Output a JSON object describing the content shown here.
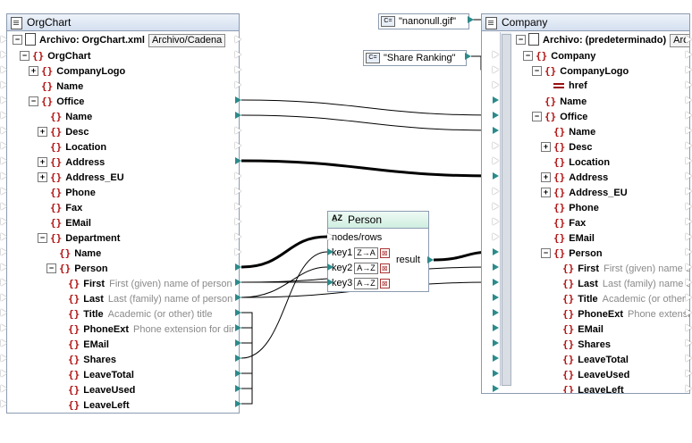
{
  "orgchart": {
    "title": "OrgChart",
    "file_label": "Archivo: OrgChart.xml",
    "file_button": "Archivo/Cadena",
    "nodes": [
      {
        "plus": "-",
        "label": "OrgChart",
        "desc": ""
      },
      {
        "plus": "+",
        "label": "CompanyLogo",
        "desc": ""
      },
      {
        "plus": "",
        "label": "Name",
        "desc": ""
      },
      {
        "plus": "-",
        "label": "Office",
        "desc": ""
      },
      {
        "plus": "",
        "label": "Name",
        "desc": ""
      },
      {
        "plus": "+",
        "label": "Desc",
        "desc": ""
      },
      {
        "plus": "",
        "label": "Location",
        "desc": ""
      },
      {
        "plus": "+",
        "label": "Address",
        "desc": ""
      },
      {
        "plus": "+",
        "label": "Address_EU",
        "desc": ""
      },
      {
        "plus": "",
        "label": "Phone",
        "desc": ""
      },
      {
        "plus": "",
        "label": "Fax",
        "desc": ""
      },
      {
        "plus": "",
        "label": "EMail",
        "desc": ""
      },
      {
        "plus": "-",
        "label": "Department",
        "desc": ""
      },
      {
        "plus": "",
        "label": "Name",
        "desc": ""
      },
      {
        "plus": "-",
        "label": "Person",
        "desc": ""
      },
      {
        "plus": "",
        "label": "First",
        "desc": "First (given) name of person"
      },
      {
        "plus": "",
        "label": "Last",
        "desc": "Last (family) name of person"
      },
      {
        "plus": "",
        "label": "Title",
        "desc": "Academic (or other) title"
      },
      {
        "plus": "",
        "label": "PhoneExt",
        "desc": "Phone extension for dir"
      },
      {
        "plus": "",
        "label": "EMail",
        "desc": ""
      },
      {
        "plus": "",
        "label": "Shares",
        "desc": ""
      },
      {
        "plus": "",
        "label": "LeaveTotal",
        "desc": ""
      },
      {
        "plus": "",
        "label": "LeaveUsed",
        "desc": ""
      },
      {
        "plus": "",
        "label": "LeaveLeft",
        "desc": ""
      }
    ]
  },
  "constants": {
    "gif": "\"nanonull.gif\"",
    "ranking": "\"Share Ranking\"",
    "icon": "C="
  },
  "sort": {
    "title": "Person",
    "nodes_label": "nodes/rows",
    "keys": [
      "key1",
      "key2",
      "key3"
    ],
    "key_orders": [
      "Z→A",
      "A→Z",
      "A→Z"
    ],
    "result_label": "result",
    "remove_icon": "⊠"
  },
  "company": {
    "title": "Company",
    "file_label": "Archivo: (predeterminado)",
    "file_button": "Arc",
    "nodes": [
      {
        "plus": "-",
        "label": "Company",
        "desc": "",
        "type": "el"
      },
      {
        "plus": "-",
        "label": "CompanyLogo",
        "desc": "",
        "type": "el"
      },
      {
        "plus": "",
        "label": "href",
        "desc": "",
        "type": "attr"
      },
      {
        "plus": "",
        "label": "Name",
        "desc": "",
        "type": "el"
      },
      {
        "plus": "-",
        "label": "Office",
        "desc": "",
        "type": "el"
      },
      {
        "plus": "",
        "label": "Name",
        "desc": "",
        "type": "el"
      },
      {
        "plus": "+",
        "label": "Desc",
        "desc": "",
        "type": "el"
      },
      {
        "plus": "",
        "label": "Location",
        "desc": "",
        "type": "el"
      },
      {
        "plus": "+",
        "label": "Address",
        "desc": "",
        "type": "el"
      },
      {
        "plus": "+",
        "label": "Address_EU",
        "desc": "",
        "type": "el"
      },
      {
        "plus": "",
        "label": "Phone",
        "desc": "",
        "type": "el"
      },
      {
        "plus": "",
        "label": "Fax",
        "desc": "",
        "type": "el"
      },
      {
        "plus": "",
        "label": "EMail",
        "desc": "",
        "type": "el"
      },
      {
        "plus": "-",
        "label": "Person",
        "desc": "",
        "type": "el"
      },
      {
        "plus": "",
        "label": "First",
        "desc": "First (given) name o",
        "type": "el"
      },
      {
        "plus": "",
        "label": "Last",
        "desc": "Last (family) name o",
        "type": "el"
      },
      {
        "plus": "",
        "label": "Title",
        "desc": "Academic (or other",
        "type": "el"
      },
      {
        "plus": "",
        "label": "PhoneExt",
        "desc": "Phone extensi",
        "type": "el"
      },
      {
        "plus": "",
        "label": "EMail",
        "desc": "",
        "type": "el"
      },
      {
        "plus": "",
        "label": "Shares",
        "desc": "",
        "type": "el"
      },
      {
        "plus": "",
        "label": "LeaveTotal",
        "desc": "",
        "type": "el"
      },
      {
        "plus": "",
        "label": "LeaveUsed",
        "desc": "",
        "type": "el"
      },
      {
        "plus": "",
        "label": "LeaveLeft",
        "desc": "",
        "type": "el"
      }
    ]
  },
  "colors": {
    "port_out": "#2c8a8a",
    "element_brace": "#b01010",
    "title_bar": "#d4dff0"
  }
}
